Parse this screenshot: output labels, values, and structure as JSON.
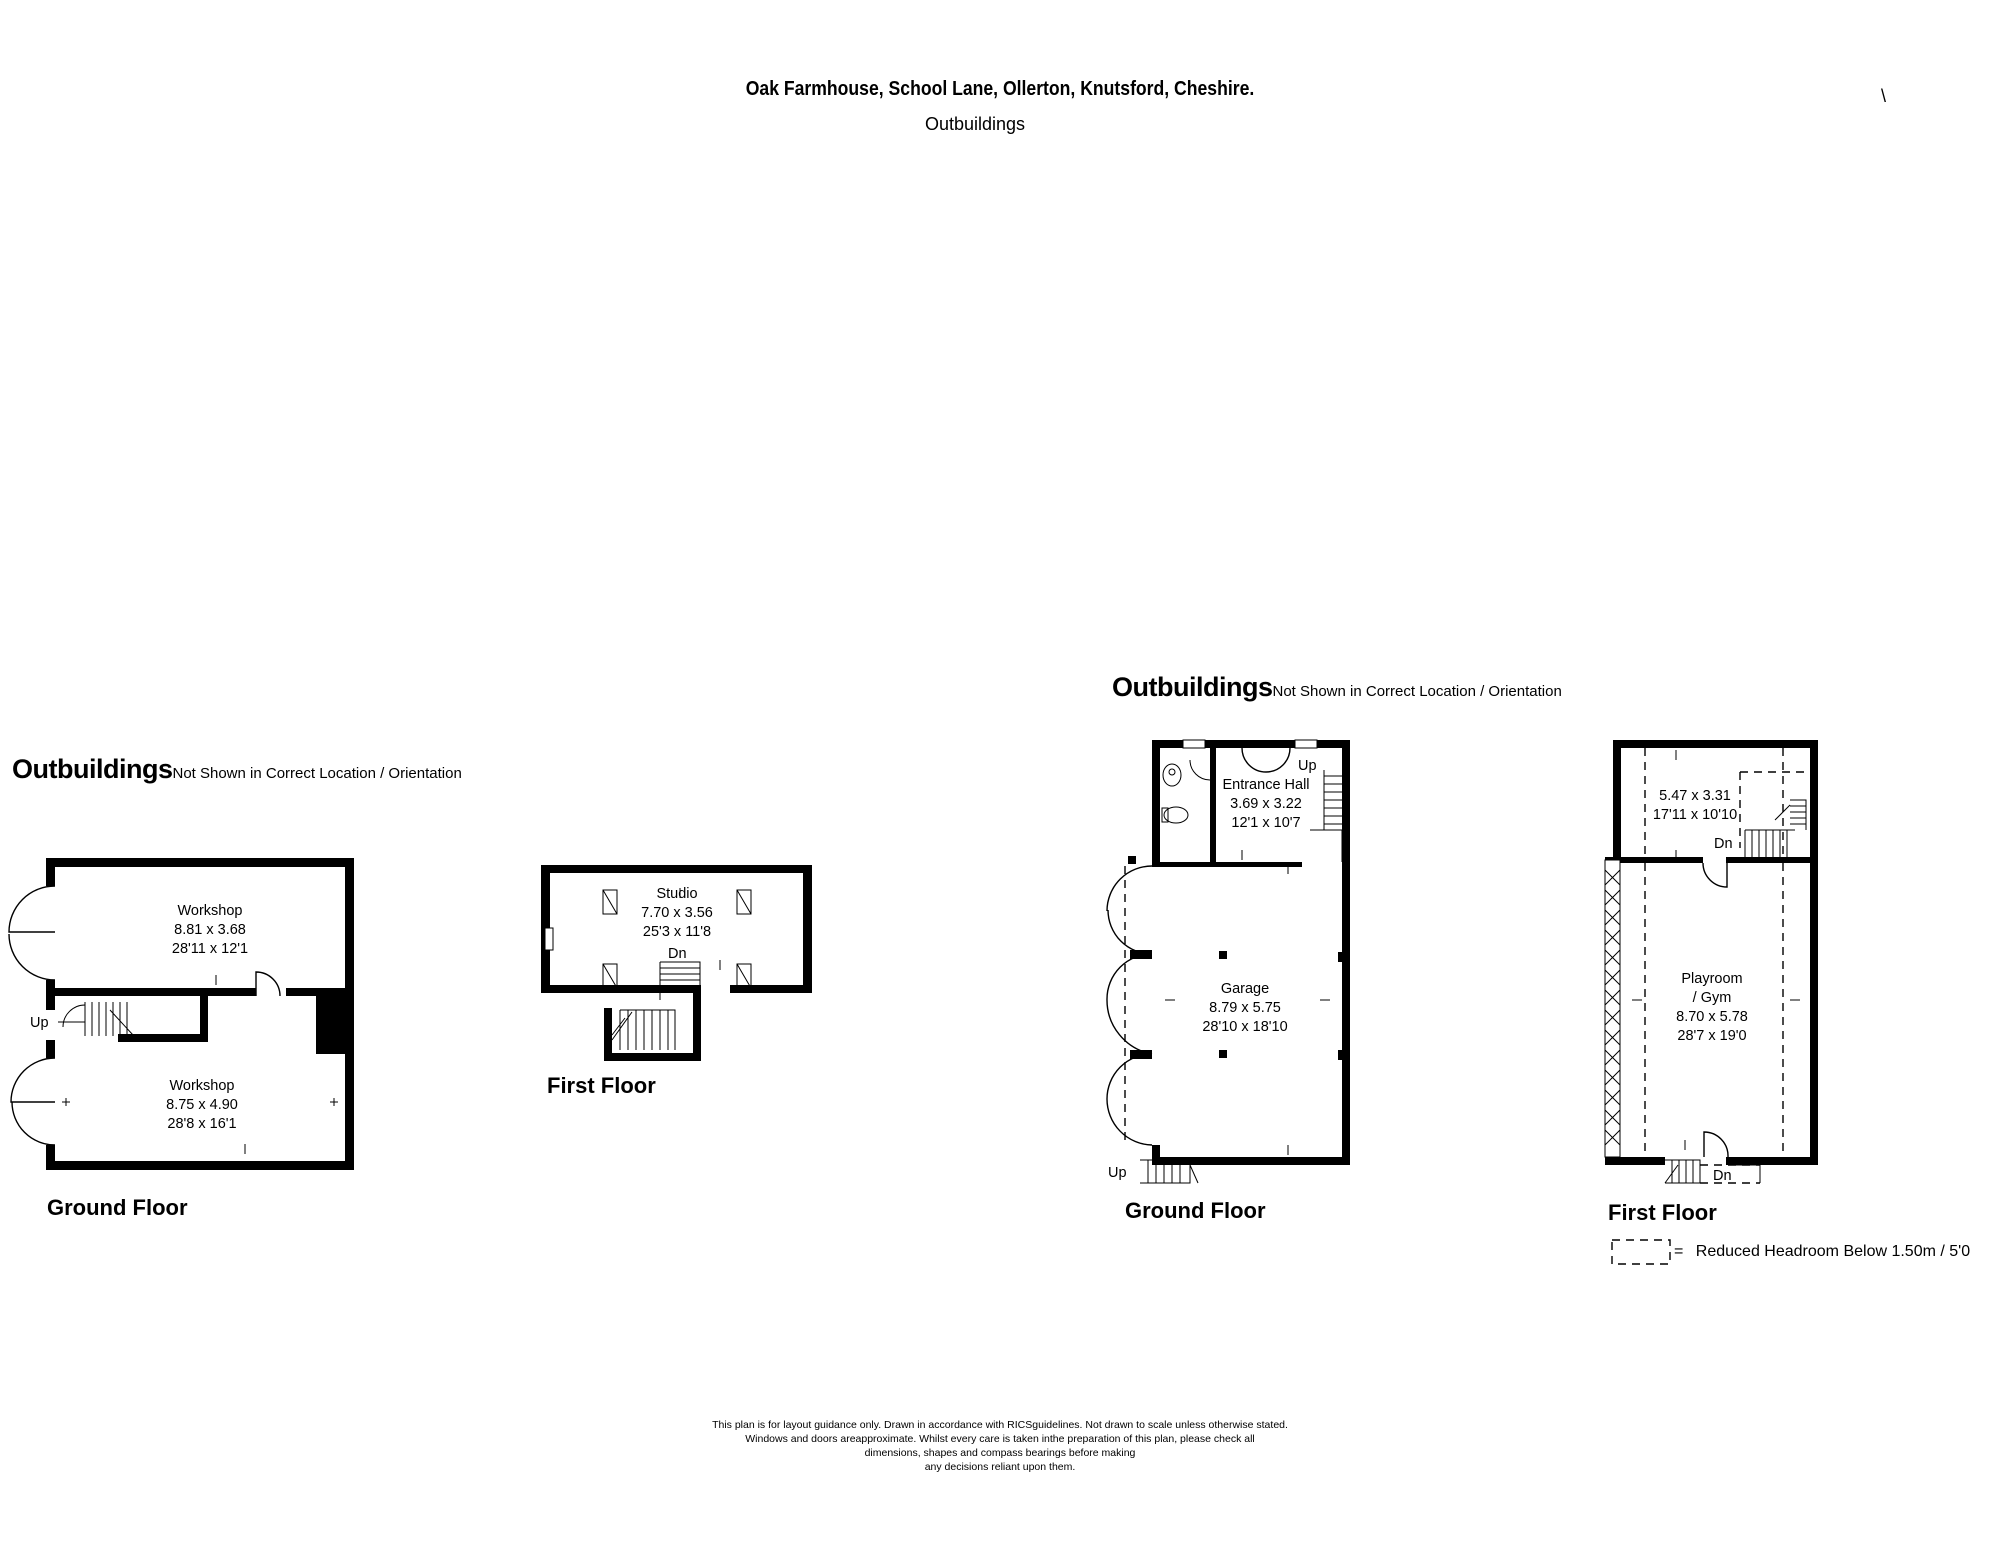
{
  "header": {
    "title": "Oak Farmhouse, School Lane, Ollerton, Knutsford, Cheshire.",
    "subtitle": "Outbuildings",
    "corner_mark": "\\"
  },
  "left_plan": {
    "heading": "Outbuildings",
    "heading_note": "Not Shown in Correct Location / Orientation",
    "ground_floor": {
      "label": "Ground Floor",
      "rooms": [
        {
          "name": "Workshop",
          "metric": "8.81 x 3.68",
          "imperial": "28'11 x 12'1"
        },
        {
          "name": "Workshop",
          "metric": "8.75 x 4.90",
          "imperial": "28'8 x 16'1"
        }
      ],
      "stair_label": "Up"
    },
    "first_floor": {
      "label": "First Floor",
      "rooms": [
        {
          "name": "Studio",
          "metric": "7.70 x 3.56",
          "imperial": "25'3 x 11'8"
        }
      ],
      "stair_label": "Dn"
    }
  },
  "right_plan": {
    "heading": "Outbuildings",
    "heading_note": "Not Shown in Correct Location / Orientation",
    "ground_floor": {
      "label": "Ground Floor",
      "rooms": [
        {
          "name": "Entrance Hall",
          "metric": "3.69 x 3.22",
          "imperial": "12'1 x 10'7"
        },
        {
          "name": "Garage",
          "metric": "8.79 x 5.75",
          "imperial": "28'10 x 18'10"
        }
      ],
      "stair_labels": [
        "Up",
        "Up"
      ]
    },
    "first_floor": {
      "label": "First Floor",
      "rooms": [
        {
          "name": "",
          "metric": "5.47 x 3.31",
          "imperial": "17'11 x 10'10"
        },
        {
          "name_line1": "Playroom",
          "name_line2": "/ Gym",
          "metric": "8.70 x 5.78",
          "imperial": "28'7 x 19'0"
        }
      ],
      "stair_labels": [
        "Dn",
        "Dn"
      ]
    },
    "legend": {
      "symbol": "=",
      "text": "Reduced Headroom Below 1.50m / 5'0"
    }
  },
  "footer": {
    "lines": [
      "This plan is for layout guidance only. Drawn in accordance with RICSguidelines. Not drawn to scale unless otherwise stated.",
      "Windows and doors areapproximate. Whilst every care is taken inthe preparation of this plan, please check all",
      "dimensions, shapes and compass bearings before making",
      "any decisions reliant upon them."
    ]
  }
}
